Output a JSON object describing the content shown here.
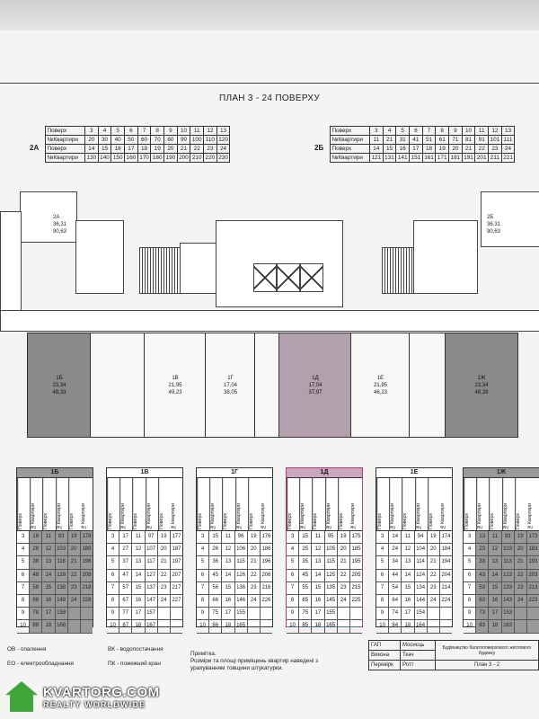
{
  "title": "ПЛАН 3 - 24 ПОВЕРХУ",
  "floor_tables": {
    "left": {
      "wing": "2А",
      "rows": [
        [
          "Поверх",
          "3",
          "4",
          "5",
          "6",
          "7",
          "8",
          "9",
          "10",
          "11",
          "12",
          "13"
        ],
        [
          "№Квартири",
          "20",
          "30",
          "40",
          "50",
          "60",
          "70",
          "80",
          "90",
          "100",
          "110",
          "120"
        ],
        [
          "Поверх",
          "14",
          "15",
          "16",
          "17",
          "18",
          "19",
          "20",
          "21",
          "22",
          "23",
          "24"
        ],
        [
          "№Квартири",
          "130",
          "140",
          "150",
          "160",
          "170",
          "180",
          "190",
          "200",
          "210",
          "220",
          "230"
        ]
      ]
    },
    "right": {
      "wing": "2Б",
      "rows": [
        [
          "Поверх",
          "3",
          "4",
          "5",
          "6",
          "7",
          "8",
          "9",
          "10",
          "11",
          "12",
          "13"
        ],
        [
          "№Квартири",
          "11",
          "21",
          "31",
          "41",
          "51",
          "61",
          "71",
          "81",
          "91",
          "101",
          "111"
        ],
        [
          "Поверх",
          "14",
          "15",
          "16",
          "17",
          "18",
          "19",
          "20",
          "21",
          "22",
          "23",
          "24"
        ],
        [
          "№Квартири",
          "121",
          "131",
          "141",
          "151",
          "161",
          "171",
          "181",
          "191",
          "201",
          "211",
          "221"
        ]
      ]
    }
  },
  "apartments": [
    {
      "id": "2А",
      "area1": "36,31",
      "area2": "90,63"
    },
    {
      "id": "2Б",
      "area1": "36,31",
      "area2": "90,63"
    },
    {
      "id": "1Б",
      "area1": "23,34",
      "area2": "48,33"
    },
    {
      "id": "1В",
      "area1": "21,95",
      "area2": "49,23"
    },
    {
      "id": "1Г",
      "area1": "17,04",
      "area2": "38,05"
    },
    {
      "id": "1Д",
      "area1": "17,04",
      "area2": "37,97"
    },
    {
      "id": "1Е",
      "area1": "21,95",
      "area2": "46,23"
    },
    {
      "id": "1Ж",
      "area1": "23,34",
      "area2": "48,28"
    }
  ],
  "col_headers": [
    "Поверх",
    "№Квартири",
    "Поверх",
    "№Квартири",
    "Поверх",
    "№Квартири"
  ],
  "room_tables": [
    {
      "id": "1Б",
      "rows": [
        [
          "3",
          "18",
          "11",
          "93",
          "19",
          "178"
        ],
        [
          "4",
          "28",
          "12",
          "103",
          "20",
          "188"
        ],
        [
          "5",
          "38",
          "13",
          "118",
          "21",
          "198"
        ],
        [
          "6",
          "48",
          "14",
          "128",
          "22",
          "208"
        ],
        [
          "7",
          "58",
          "15",
          "138",
          "23",
          "218"
        ],
        [
          "8",
          "68",
          "16",
          "148",
          "24",
          "228"
        ],
        [
          "9",
          "78",
          "17",
          "158",
          "",
          ""
        ],
        [
          "10",
          "88",
          "18",
          "168",
          "",
          ""
        ]
      ]
    },
    {
      "id": "1В",
      "rows": [
        [
          "3",
          "17",
          "11",
          "97",
          "19",
          "177"
        ],
        [
          "4",
          "27",
          "12",
          "107",
          "20",
          "187"
        ],
        [
          "5",
          "37",
          "13",
          "117",
          "21",
          "197"
        ],
        [
          "6",
          "47",
          "14",
          "127",
          "22",
          "207"
        ],
        [
          "7",
          "57",
          "15",
          "137",
          "23",
          "217"
        ],
        [
          "8",
          "67",
          "16",
          "147",
          "24",
          "227"
        ],
        [
          "9",
          "77",
          "17",
          "157",
          "",
          ""
        ],
        [
          "10",
          "87",
          "18",
          "167",
          "",
          ""
        ]
      ]
    },
    {
      "id": "1Г",
      "rows": [
        [
          "3",
          "15",
          "11",
          "96",
          "19",
          "176"
        ],
        [
          "4",
          "26",
          "12",
          "106",
          "20",
          "186"
        ],
        [
          "5",
          "36",
          "13",
          "115",
          "21",
          "196"
        ],
        [
          "6",
          "45",
          "14",
          "126",
          "22",
          "206"
        ],
        [
          "7",
          "56",
          "15",
          "136",
          "23",
          "216"
        ],
        [
          "8",
          "66",
          "16",
          "146",
          "24",
          "226"
        ],
        [
          "9",
          "75",
          "17",
          "155",
          "",
          ""
        ],
        [
          "10",
          "86",
          "18",
          "165",
          "",
          ""
        ]
      ]
    },
    {
      "id": "1Д",
      "rows": [
        [
          "3",
          "15",
          "11",
          "95",
          "19",
          "175"
        ],
        [
          "4",
          "25",
          "12",
          "105",
          "20",
          "185"
        ],
        [
          "5",
          "35",
          "13",
          "115",
          "21",
          "195"
        ],
        [
          "6",
          "45",
          "14",
          "125",
          "22",
          "205"
        ],
        [
          "7",
          "55",
          "15",
          "135",
          "23",
          "215"
        ],
        [
          "8",
          "65",
          "16",
          "145",
          "24",
          "225"
        ],
        [
          "9",
          "75",
          "17",
          "155",
          "",
          ""
        ],
        [
          "10",
          "85",
          "18",
          "165",
          "",
          ""
        ]
      ]
    },
    {
      "id": "1Е",
      "rows": [
        [
          "3",
          "14",
          "11",
          "94",
          "19",
          "174"
        ],
        [
          "4",
          "24",
          "12",
          "104",
          "20",
          "184"
        ],
        [
          "5",
          "34",
          "13",
          "114",
          "21",
          "194"
        ],
        [
          "6",
          "44",
          "14",
          "124",
          "22",
          "204"
        ],
        [
          "7",
          "54",
          "15",
          "134",
          "23",
          "214"
        ],
        [
          "8",
          "64",
          "16",
          "144",
          "24",
          "224"
        ],
        [
          "9",
          "74",
          "17",
          "154",
          "",
          ""
        ],
        [
          "10",
          "84",
          "18",
          "164",
          "",
          ""
        ]
      ]
    },
    {
      "id": "1Ж",
      "rows": [
        [
          "3",
          "13",
          "11",
          "93",
          "19",
          "173"
        ],
        [
          "4",
          "23",
          "12",
          "103",
          "20",
          "183"
        ],
        [
          "5",
          "33",
          "13",
          "113",
          "21",
          "193"
        ],
        [
          "6",
          "43",
          "14",
          "123",
          "22",
          "203"
        ],
        [
          "7",
          "53",
          "15",
          "133",
          "23",
          "213"
        ],
        [
          "8",
          "63",
          "16",
          "143",
          "24",
          "223"
        ],
        [
          "9",
          "73",
          "17",
          "153",
          "",
          ""
        ],
        [
          "10",
          "83",
          "18",
          "163",
          "",
          ""
        ]
      ]
    }
  ],
  "legend": {
    "ov": "ОВ - опалення",
    "eo": "ЕО - електрообладнання",
    "vk": "ВК - водопостачання",
    "pk": "ПК - пожежний кран",
    "note_title": "Примітка.",
    "note_body": "Розміри та площі приміщень квартир наведені з урахуванням товщини штукатурки."
  },
  "stamp": {
    "gap_label": "ГАП",
    "gap_name": "Мосиєць",
    "vykon_label": "Викона",
    "vykon_name": "Ткач",
    "perev_label": "Перевірк",
    "perev_name": "Ротт",
    "org": "Будівництво багатоповерхового житлового будинку",
    "sheet": "План 3 - 2"
  },
  "watermark": {
    "brand": "KVARTORG.COM",
    "tagline": "REALTY WORLDWIDE"
  }
}
